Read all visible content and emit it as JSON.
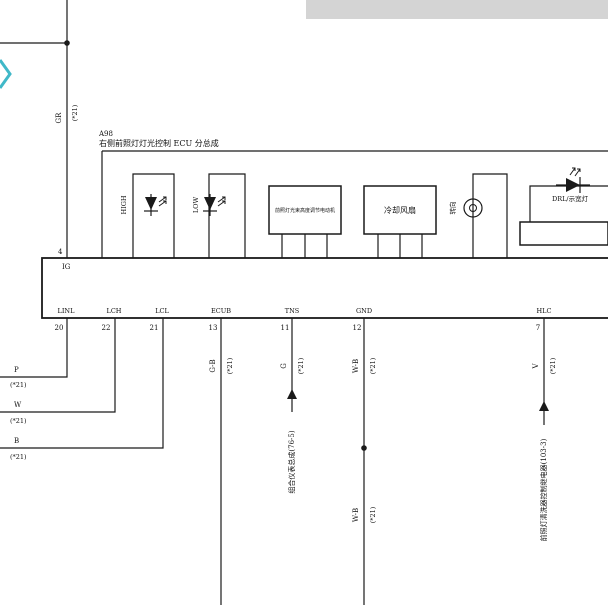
{
  "header_bar_color": "#d4d4d4",
  "top_wire": {
    "color": "GR",
    "code": "(*21)"
  },
  "module": {
    "id": "A98",
    "name": "右侧前照灯灯光控制 ECU 分总成",
    "ig_label": "IG",
    "ig_pin": "4"
  },
  "components": {
    "high_led": "HIGH",
    "low_led": "LOW",
    "leveling_motor": "前照灯光束高度调节电动机",
    "cooling_fan": "冷却风扇",
    "turn_lamp": "转向",
    "drl_led": "DRL/示宽灯"
  },
  "terminals": [
    {
      "name": "LINL",
      "pin": "20"
    },
    {
      "name": "LCH",
      "pin": "22"
    },
    {
      "name": "LCL",
      "pin": "21"
    },
    {
      "name": "ECUB",
      "pin": "13"
    },
    {
      "name": "TNS",
      "pin": "11"
    },
    {
      "name": "GND",
      "pin": "12"
    },
    {
      "name": "HLC",
      "pin": "7"
    }
  ],
  "left_wires": [
    {
      "color": "P",
      "code": "(*21)"
    },
    {
      "color": "W",
      "code": "(*21)"
    },
    {
      "color": "B",
      "code": "(*21)"
    }
  ],
  "vertical_wires": {
    "ecub": {
      "color": "G-B",
      "code": "(*21)"
    },
    "tns": {
      "color": "G",
      "code": "(*21)",
      "destination": "组合仪表总成(76-5)"
    },
    "gnd_upper": {
      "color": "W-B",
      "code": "(*21)"
    },
    "gnd_lower": {
      "color": "W-B",
      "code": "(*21)"
    },
    "hlc": {
      "color": "V",
      "code": "(*21)",
      "destination": "前照灯清洗器控制继电器(103-3)"
    }
  }
}
